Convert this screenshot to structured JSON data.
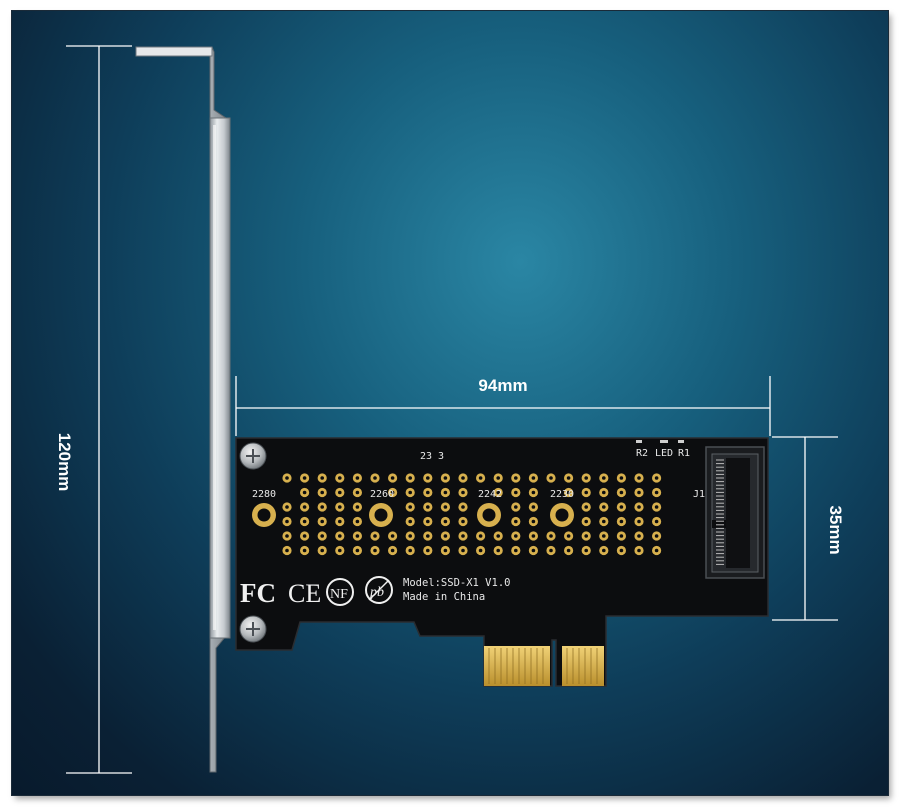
{
  "dimensions": {
    "bracket_height": "120mm",
    "card_length": "94mm",
    "card_height": "35mm"
  },
  "board": {
    "model": "Model:SSD-X1 V1.0",
    "origin": "Made in China",
    "size_labels": [
      "2280",
      "2260",
      "2242",
      "2230"
    ],
    "top_code": "23 3",
    "led_labels": {
      "r2": "R2",
      "led": "LED",
      "r1": "R1"
    },
    "connector_ref": "J1",
    "marks": {
      "fc": "FC",
      "ce": "CE",
      "nf": "NF",
      "pb": "pb"
    }
  },
  "colors": {
    "background_center": "#2a86a4",
    "background_edge": "#081a2c",
    "pcb": "#0c0d0f",
    "gold": "#d7b04e",
    "bracket": "#cfd3d6",
    "dimension_lines": "#ffffff"
  }
}
